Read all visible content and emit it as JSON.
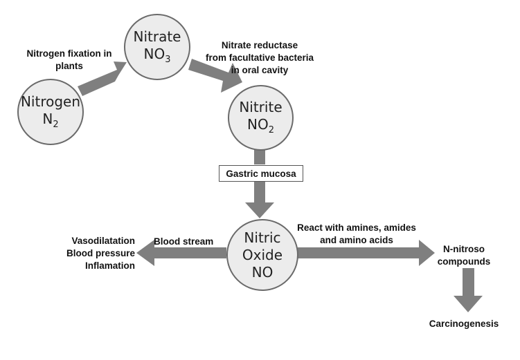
{
  "nodes": {
    "nitrogen": {
      "name": "Nitrogen",
      "formula": "N",
      "sub": "2"
    },
    "nitrate": {
      "name": "Nitrate",
      "formula": "NO",
      "sub": "3"
    },
    "nitrite": {
      "name": "Nitrite",
      "formula": "NO",
      "sub": "2"
    },
    "nitric_oxide": {
      "line1": "Nitric",
      "line2": "Oxide",
      "line3": "NO"
    }
  },
  "labels": {
    "fixation_line1": "Nitrogen fixation in",
    "fixation_line2": "plants",
    "reductase_line1": "Nitrate reductase",
    "reductase_line2": "from facultative bacteria",
    "reductase_line3": "in oral cavity",
    "gastric": "Gastric mucosa",
    "blood_stream": "Blood stream",
    "effects_line1": "Vasodilatation",
    "effects_line2": "Blood pressure",
    "effects_line3": "Inflamation",
    "react_line1": "React with amines, amides",
    "react_line2": "and amino acids",
    "nitroso_line1": "N-nitroso",
    "nitroso_line2": "compounds",
    "carcinogenesis": "Carcinogenesis"
  },
  "colors": {
    "arrow": "#7f7f7f",
    "node_fill": "#ececec",
    "node_border": "#6a6a6a"
  }
}
